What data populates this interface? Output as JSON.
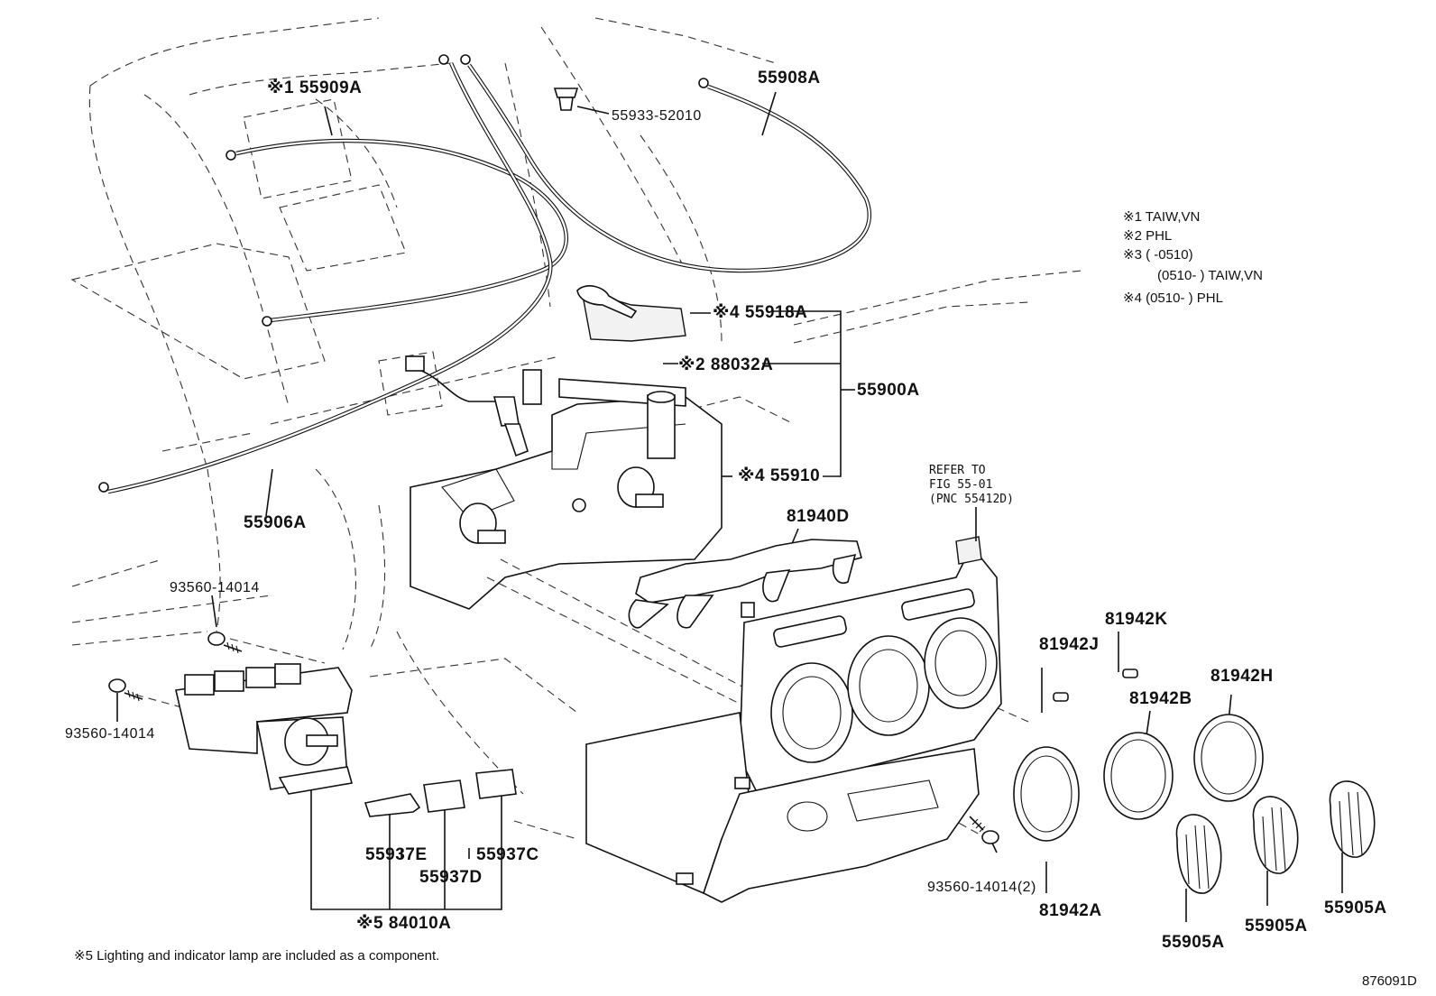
{
  "labels": {
    "p55909A": "※1 55909A",
    "p55908A": "55908A",
    "p55933": "55933-52010",
    "p55918A": "※4 55918A",
    "p88032A": "※2 88032A",
    "p55900A": "55900A",
    "p55910": "※4 55910",
    "p55906A": "55906A",
    "p81940D": "81940D",
    "p93560_top": "93560-14014",
    "p93560_left": "93560-14014",
    "p93560_2": "93560-14014(2)",
    "p55937E": "55937E",
    "p55937D": "55937D",
    "p55937C": "55937C",
    "p84010A": "※5 84010A",
    "p81942J": "81942J",
    "p81942K": "81942K",
    "p81942B": "81942B",
    "p81942H": "81942H",
    "p81942A": "81942A",
    "p55905A_1": "55905A",
    "p55905A_2": "55905A",
    "p55905A_3": "55905A"
  },
  "refer": {
    "line1": "REFER TO",
    "line2": "FIG 55-01",
    "line3": "(PNC 55412D)"
  },
  "legend": {
    "n1": "※1 TAIW,VN",
    "n2": "※2 PHL",
    "n3a": "※3 (          -0510)",
    "n3b": "(0510-          ) TAIW,VN",
    "n4": "※4 (0510-          ) PHL"
  },
  "footnote": "※5 Lighting and indicator lamp are included as a component.",
  "diagram_id": "876091D"
}
